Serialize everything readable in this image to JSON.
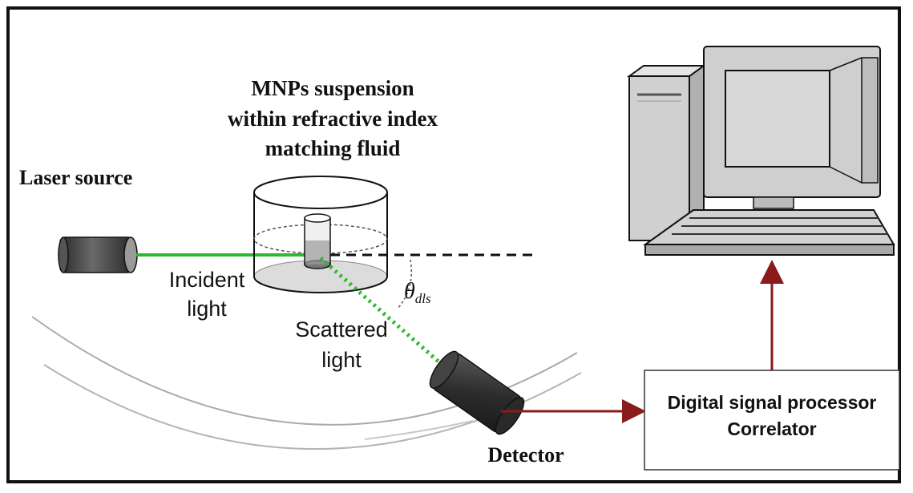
{
  "labels": {
    "mnp_title_line1": "MNPs suspension",
    "mnp_title_line2": "within refractive index",
    "mnp_title_line3": "matching fluid",
    "laser_source": "Laser source",
    "incident_line1": "Incident",
    "incident_line2": "light",
    "scattered_line1": "Scattered",
    "scattered_line2": "light",
    "theta_symbol": "θ",
    "theta_subscript": "dls",
    "detector": "Detector",
    "dsp_line1": "Digital signal processor",
    "dsp_line2": "Correlator"
  },
  "colors": {
    "beam": "#2db82d",
    "arrow": "#8b1a1a",
    "outline": "#111111",
    "device_dark": "#3a3a3a",
    "monitor_fill": "#d4d4d4",
    "liquid": "#dcdcdc"
  },
  "icons": {
    "laser": "laser-source-icon",
    "sample": "sample-cuvette-icon",
    "detector": "detector-icon",
    "computer": "computer-icon"
  }
}
